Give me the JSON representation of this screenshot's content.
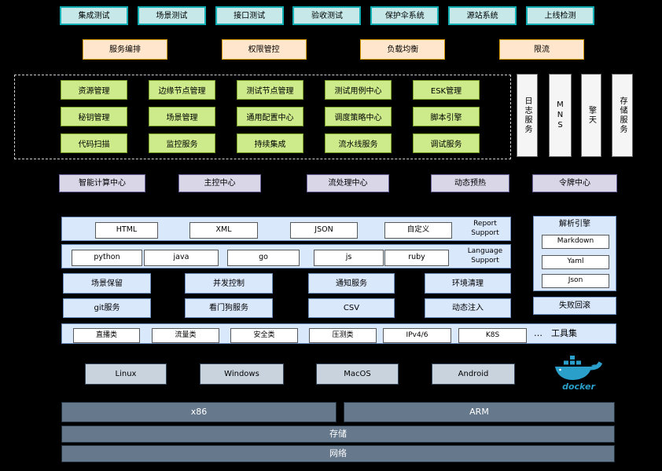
{
  "colors": {
    "background": "#000000",
    "cyan_fill": "#c6e8e9",
    "cyan_border": "#12b0b5",
    "orange_fill": "#ffe6cc",
    "orange_border": "#d79b00",
    "green_fill": "#cdeb8b",
    "green_border": "#7aa228",
    "purple_fill": "#d9d6e8",
    "purple_border": "#6b679d",
    "blue_fill": "#dae8fc",
    "blue_border": "#6c8ebf",
    "gray_fill": "#f5f5f5",
    "os_fill": "#c9d3de",
    "os_border": "#35475c",
    "slate_fill": "#66788c",
    "slate_text": "#ffffff",
    "docker_blue": "#2a9fc9"
  },
  "diagram": {
    "test_layer": [
      "集成测试",
      "场景测试",
      "接口测试",
      "验收测试",
      "保护伞系统",
      "源站系统",
      "上线检测"
    ],
    "gateway_layer": [
      "服务编排",
      "权限管控",
      "负载均衡",
      "限流"
    ],
    "platform_layer": [
      "资源管理",
      "边缘节点管理",
      "测试节点管理",
      "测试用例中心",
      "ESK管理",
      "秘钥管理",
      "场景管理",
      "通用配置中心",
      "调度策略中心",
      "脚本引擎",
      "代码扫描",
      "监控服务",
      "持续集成",
      "流水线服务",
      "调试服务"
    ],
    "side_services": [
      "日志服务",
      "MNS",
      "擎天",
      "存储服务"
    ],
    "center_layer": [
      "智能计算中心",
      "主控中心",
      "流处理中心",
      "动态预热",
      "令牌中心"
    ],
    "report_support": {
      "label": "Report Support",
      "formats": [
        "HTML",
        "XML",
        "JSON",
        "自定义"
      ]
    },
    "language_support": {
      "label": "Language Support",
      "languages": [
        "python",
        "java",
        "go",
        "js",
        "ruby"
      ]
    },
    "capability_row1": [
      "场景保留",
      "并发控制",
      "通知服务",
      "环境清理"
    ],
    "capability_row2": [
      "git服务",
      "看门狗服务",
      "CSV",
      "动态注入"
    ],
    "parse_engine": {
      "title": "解析引擎",
      "formats": [
        "Markdown",
        "Yaml",
        "Json"
      ]
    },
    "rollback_label": "失败回滚",
    "toolkit": {
      "label": "工具集",
      "more": "…",
      "tools": [
        "直播类",
        "流量类",
        "安全类",
        "压测类",
        "IPv4/6",
        "K8S"
      ]
    },
    "os_layer": [
      "Linux",
      "Windows",
      "MacOS",
      "Android"
    ],
    "docker": {
      "label": "docker"
    },
    "hardware_layer": [
      "x86",
      "ARM"
    ],
    "storage_label": "存储",
    "network_label": "网络"
  }
}
